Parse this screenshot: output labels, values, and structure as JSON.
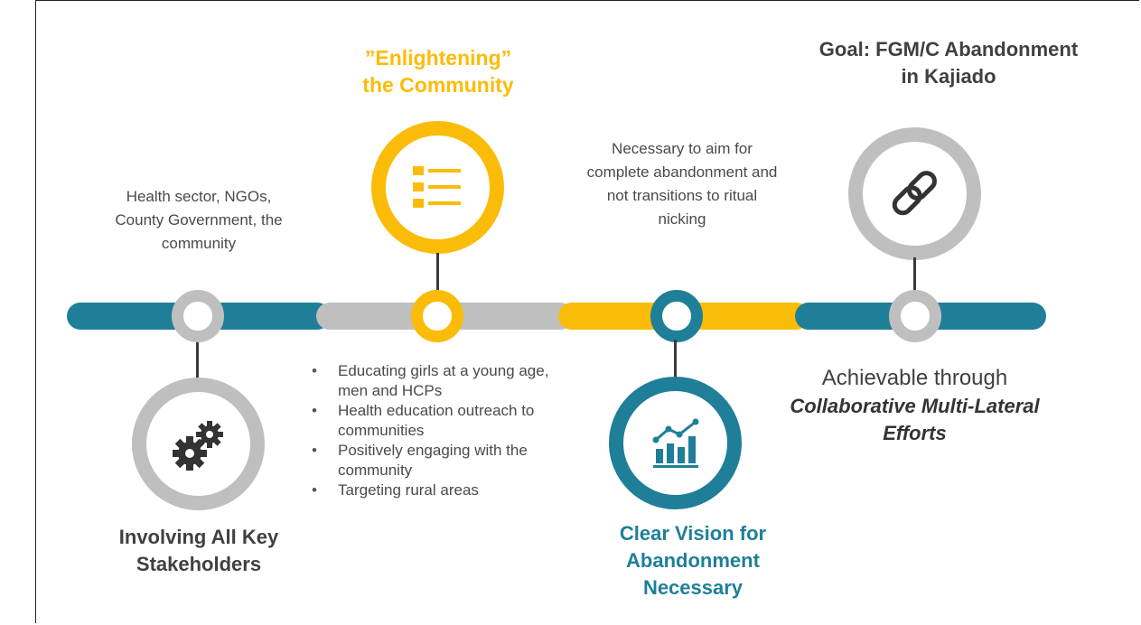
{
  "colors": {
    "teal": "#1f7f98",
    "gray": "#bfbfbf",
    "yellow": "#fbbc09",
    "dark": "#3a3a3a"
  },
  "stage1": {
    "top_text": "Health sector, NGOs, County Government, the community",
    "title": "Involving All Key Stakeholders",
    "icon": "gears-icon"
  },
  "stage2": {
    "title_line1": "”Enlightening”",
    "title_line2": "the Community",
    "icon": "list-icon",
    "bullets": [
      "Educating girls at a young age, men and HCPs",
      "Health education outreach to communities",
      "Positively engaging with the community",
      "Targeting rural areas"
    ]
  },
  "stage3": {
    "top_text": "Necessary to aim for complete abandonment and not transitions to ritual nicking",
    "title": "Clear Vision for Abandonment Necessary",
    "icon": "chart-icon"
  },
  "stage4": {
    "title": "Goal: FGM/C Abandonment in Kajiado",
    "icon": "link-icon",
    "line1": "Achievable through",
    "line2": "Collaborative Multi-Lateral Efforts"
  }
}
